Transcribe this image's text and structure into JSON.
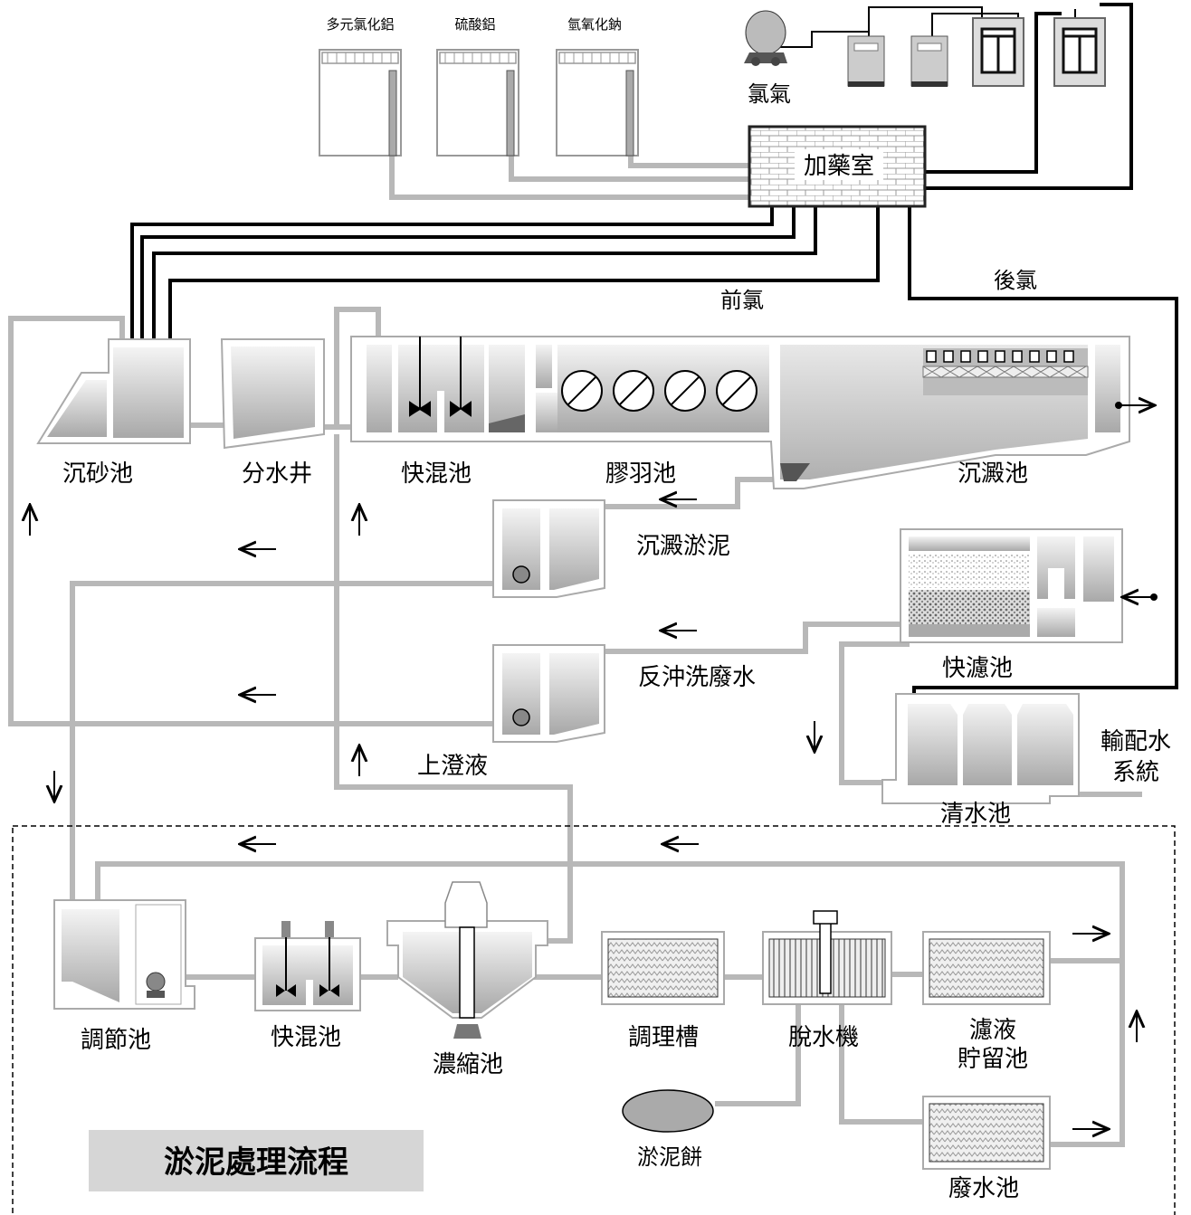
{
  "chemicals": {
    "pac": "多元氯化鋁",
    "alum": "硫酸鋁",
    "naoh": "氫氧化鈉",
    "chlorine": "氯氣"
  },
  "labels": {
    "dosing_room": "加藥室",
    "post_chlorine": "後氯",
    "pre_chlorine": "前氯",
    "grit_chamber": "沉砂池",
    "diversion_well": "分水井",
    "rapid_mix": "快混池",
    "flocculation": "膠羽池",
    "sedimentation": "沉澱池",
    "sed_sludge": "沉澱淤泥",
    "backwash": "反沖洗廢水",
    "rapid_filter": "快濾池",
    "clear_well": "清水池",
    "distribution_1": "輸配水",
    "distribution_2": "系統",
    "supernatant": "上澄液",
    "equalization": "調節池",
    "rapid_mix_2": "快混池",
    "thickener": "濃縮池",
    "conditioning": "調理槽",
    "dewatering": "脫水機",
    "filtrate_1": "濾液",
    "filtrate_2": "貯留池",
    "sludge_cake": "淤泥餅",
    "wastewater_pool": "廢水池",
    "sludge_title": "淤泥處理流程"
  },
  "colors": {
    "pipe_gray": "#b8b8b8",
    "chem_line": "#000000",
    "tank_fill": "#c8c8c8",
    "title_box": "#d6d6d6"
  }
}
